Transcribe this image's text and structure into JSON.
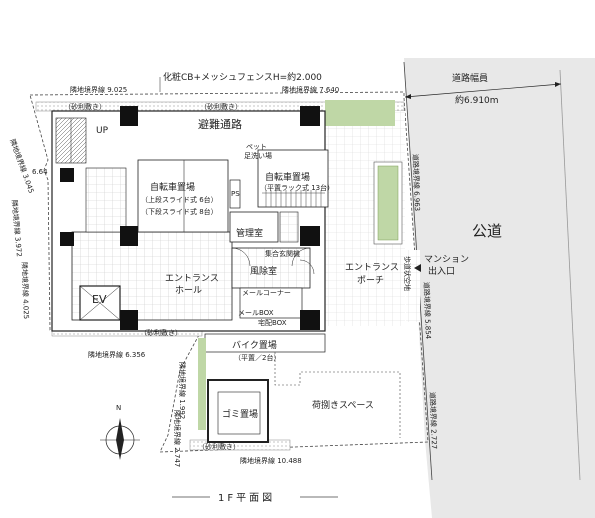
{
  "title": "1F平面図",
  "labels": {
    "fence": "化粧CB+メッシュフェンスH=約2.000",
    "road_width": "道路幅員",
    "road_width_value": "約6.910m",
    "public_road": "公道",
    "mansion_entrance_1": "マンション",
    "mansion_entrance_2": "出入口",
    "evacuation": "避難通路",
    "pet_wash_1": "ペット",
    "pet_wash_2": "足洗い場",
    "bike_parking_a": "自転車置場",
    "bike_parking_a_detail1": "（上段スライド式 6台）",
    "bike_parking_a_detail2": "（下段スライド式 8台）",
    "bike_parking_b": "自転車置場",
    "bike_parking_b_detail": "（平置ラック式 13台）",
    "ps": "PS",
    "management": "管理室",
    "meeting": "集合玄関機",
    "wind_room": "風除室",
    "entrance_hall_1": "エントランス",
    "entrance_hall_2": "ホール",
    "mail_corner": "メールコーナー",
    "mail_box": "メールBOX",
    "delivery_box": "宅配BOX",
    "entrance_porch_1": "エントランス",
    "entrance_porch_2": "ポーチ",
    "ev": "EV",
    "up": "UP",
    "motorbike": "バイク置場",
    "motorbike_detail": "（平置／2台）",
    "garbage": "ゴミ置場",
    "loading": "荷捌きスペース",
    "gravel": "（砂利敷き）",
    "pedestrian": "歩道状空地",
    "north": "N"
  },
  "boundaries": {
    "top_left": "隣地境界線 9.025",
    "top_right": "隣地境界線 7.640",
    "left_1": "隣地境界線 3.045",
    "left_2": "隣地境界線 3.972",
    "left_3": "隣地境界線 4.025",
    "left_6": "6.64",
    "middle": "隣地境界線 6.356",
    "vert_1": "隣地境界線 1.992",
    "vert_2": "隣地境界線 2.747",
    "bottom": "隣地境界線 10.488",
    "road_1": "道路境界線 6.963",
    "road_2": "道路境界線 5.854",
    "road_3": "道路境界線 2.727"
  }
}
